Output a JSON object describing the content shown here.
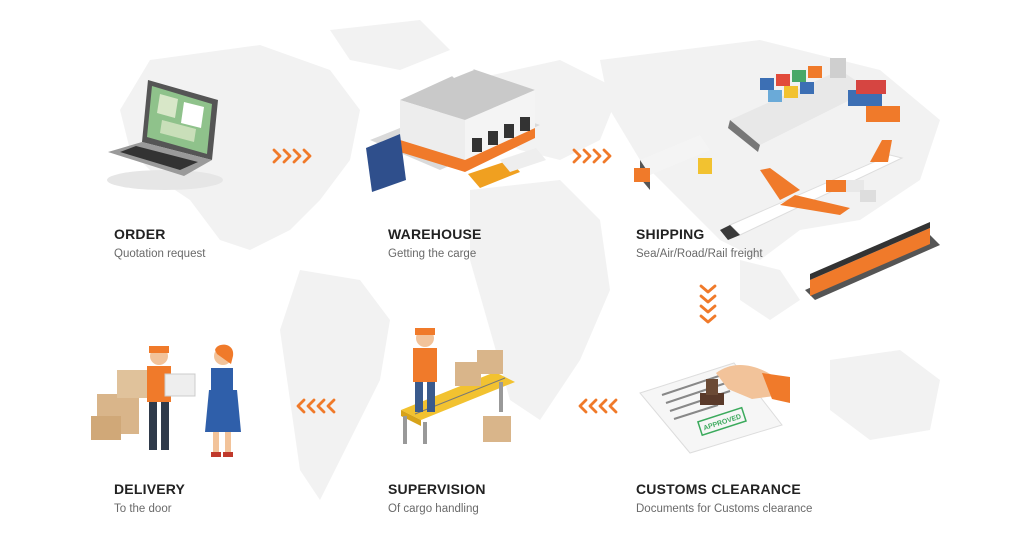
{
  "colors": {
    "accent": "#F07A2A",
    "map": "#F1F1F1",
    "title": "#222222",
    "subtitle": "#6A6A6A"
  },
  "steps": [
    {
      "title": "ORDER",
      "subtitle": "Quotation request",
      "icon": "laptop-icon"
    },
    {
      "title": "WAREHOUSE",
      "subtitle": "Getting the carge",
      "icon": "warehouse-icon"
    },
    {
      "title": "SHIPPING",
      "subtitle": "Sea/Air/Road/Rail freight",
      "icon": "freight-transport-icon"
    },
    {
      "title": "CUSTOMS CLEARANCE",
      "subtitle": "Documents for Customs clearance",
      "icon": "approved-stamp-icon"
    },
    {
      "title": "SUPERVISION",
      "subtitle": "Of cargo handling",
      "icon": "conveyor-icon"
    },
    {
      "title": "DELIVERY",
      "subtitle": "To the door",
      "icon": "handover-icon"
    }
  ],
  "stamp_text": "APPROVED"
}
